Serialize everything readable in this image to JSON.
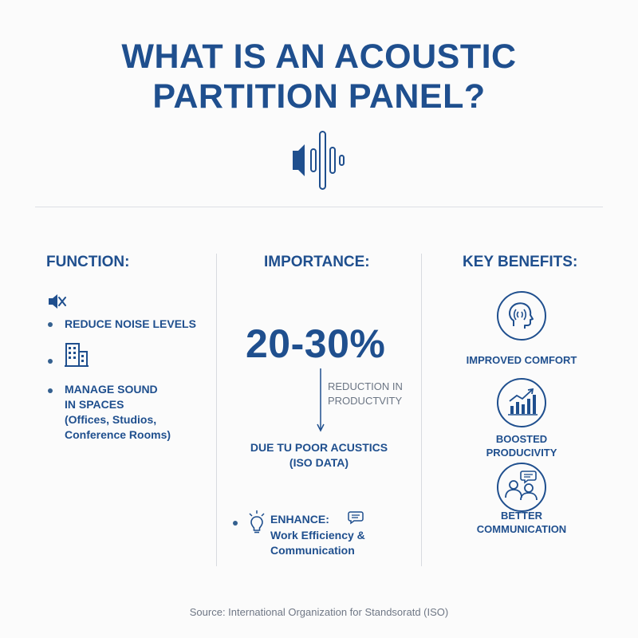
{
  "title": {
    "line1": "WHAT IS AN ACOUSTIC",
    "line2": "PARTITION PANEL?"
  },
  "icons": {
    "hero": "speaker-soundwave-icon",
    "mute": "speaker-mute-icon",
    "building": "building-icon",
    "head": "head-soundwave-icon",
    "chart": "bar-chart-growth-icon",
    "people": "people-chat-icon",
    "bulb": "lightbulb-icon",
    "chat": "chat-bubble-icon"
  },
  "colors": {
    "primary": "#1f4f8e",
    "muted": "#6b7584",
    "divider": "#d8dbe0"
  },
  "function": {
    "heading": "FUNCTION:",
    "item1": "REDUCE NOISE LEVELS",
    "item2_line1": "MANAGE SOUND",
    "item2_line2": "IN SPACES",
    "item2_line3": "(Offices, Studios,",
    "item2_line4": "Conference Rooms)"
  },
  "importance": {
    "heading": "IMPORTANCE:",
    "stat": "20-30%",
    "stat_note_line1": "REDUCTION IN",
    "stat_note_line2": "PRODUCTVITY",
    "cause_line1": "DUE TU POOR ACUSTICS",
    "cause_line2": "(ISO DATA)",
    "enhance_label": "ENHANCE:",
    "enhance_line1": "Work Efficiency &",
    "enhance_line2": "Communication"
  },
  "benefits": {
    "heading": "KEY BENEFITS:",
    "b1": "IMPROVED COMFORT",
    "b2_line1": "BOOSTED",
    "b2_line2": "PRODUCIVITY",
    "b3_line1": "BETTER",
    "b3_line2": "COMMUNICATION"
  },
  "source": "Source: International Organization for Standsoratd (ISO)"
}
